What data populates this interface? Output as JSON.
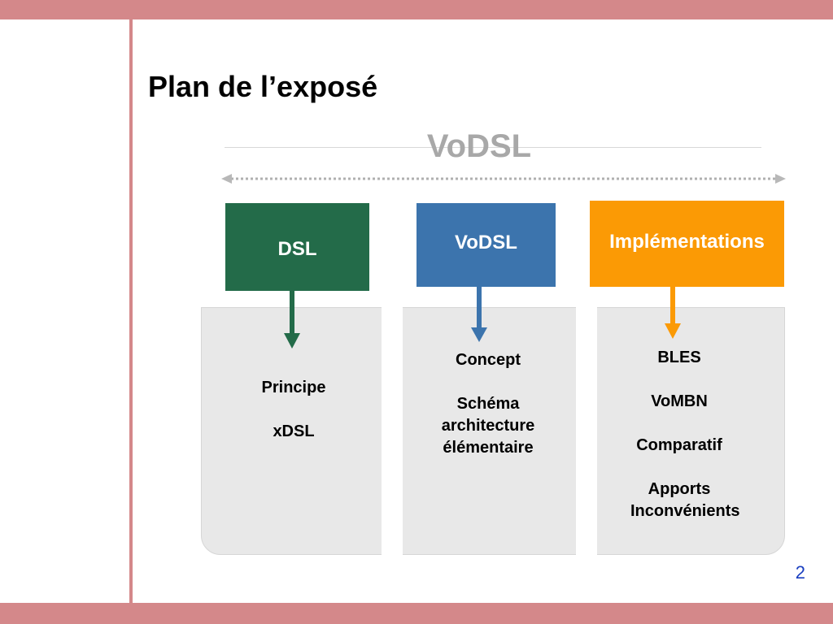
{
  "slide": {
    "title": "Plan de l’exposé",
    "page_number": "2"
  },
  "diagram": {
    "title": "VoDSL",
    "columns": [
      {
        "header": "DSL",
        "color": "#236b49",
        "items": [
          "Principe",
          "xDSL"
        ]
      },
      {
        "header": "VoDSL",
        "color": "#3c74ad",
        "items": [
          "Concept",
          "Schéma architecture élémentaire"
        ]
      },
      {
        "header": "Implémentations",
        "color": "#fb9a05",
        "items": [
          "BLES",
          "VoMBN",
          "Comparatif",
          "Apports Inconvénients"
        ]
      }
    ]
  },
  "colors": {
    "accent_bar": "#d4888a",
    "panel": "#e8e8e8",
    "title_gray": "#a8a8a8",
    "page_number": "#1a3fc0"
  }
}
